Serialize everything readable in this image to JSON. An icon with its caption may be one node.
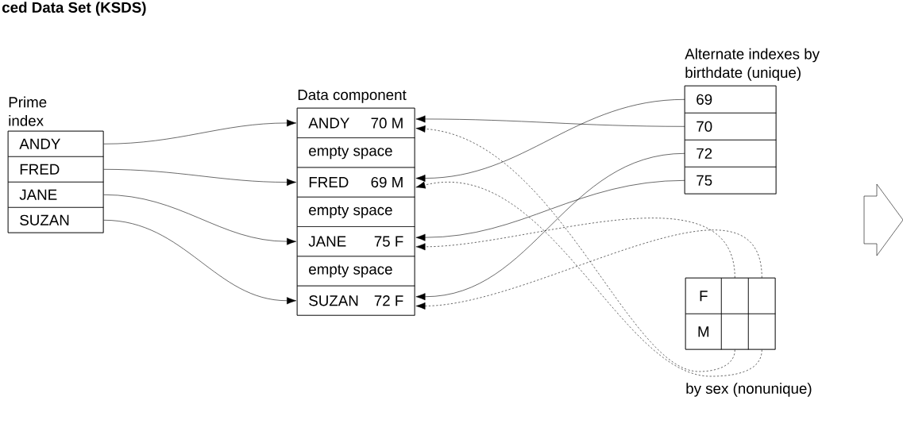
{
  "diagram": {
    "title": "ced Data Set (KSDS)",
    "nodes": [
      {
        "text": [
          "Prime index"
        ]
      },
      {
        "text": [
          "ANDY"
        ],
        "in": 0
      },
      {
        "text": [
          "FRED"
        ],
        "in": 0
      },
      {
        "text": [
          "JANE"
        ],
        "in": 0
      },
      {
        "text": [
          "SUZAN"
        ],
        "in": 0
      },
      {
        "text": [
          "Data component"
        ]
      },
      {
        "text": [
          "ANDY",
          "70 M"
        ],
        "in": 5
      },
      {
        "text": [
          "empty space"
        ],
        "in": 5
      },
      {
        "text": [
          "FRED",
          "69 M"
        ],
        "in": 5
      },
      {
        "text": [
          "empty space"
        ],
        "in": 5
      },
      {
        "text": [
          "JANE",
          "75 F"
        ],
        "in": 5
      },
      {
        "text": [
          "empty space"
        ],
        "in": 5
      },
      {
        "text": [
          "SUZAN",
          "72 F"
        ],
        "in": 5
      },
      {
        "text": [
          "Alternate indexes by birthdate (unique)"
        ]
      },
      {
        "text": [
          "69"
        ],
        "in": 13
      },
      {
        "text": [
          "70"
        ],
        "in": 13
      },
      {
        "text": [
          "72"
        ],
        "in": 13
      },
      {
        "text": [
          "75"
        ],
        "in": 13
      },
      {
        "text": [
          "by sex (nonunique)"
        ]
      },
      {
        "text": [
          "F"
        ],
        "in": 18
      },
      {
        "text": [],
        "shape": "box",
        "in": 18
      },
      {
        "text": [],
        "shape": "box",
        "in": 18
      },
      {
        "text": [
          "M"
        ],
        "in": 18
      },
      {
        "text": [],
        "shape": "box",
        "in": 18
      },
      {
        "text": [],
        "shape": "box",
        "in": 18
      }
    ],
    "edges": [
      {
        "from": 1,
        "to": 6,
        "arrow": "to"
      },
      {
        "from": 2,
        "to": 8,
        "arrow": "to"
      },
      {
        "from": 3,
        "to": 10,
        "arrow": "to"
      },
      {
        "from": 4,
        "to": 12,
        "arrow": "to"
      },
      {
        "from": 14,
        "to": 8,
        "arrow": "to"
      },
      {
        "from": 15,
        "to": 6,
        "arrow": "to"
      },
      {
        "from": 16,
        "to": 12,
        "arrow": "to"
      },
      {
        "from": 17,
        "to": 10,
        "arrow": "to"
      },
      {
        "from": 20,
        "to": 10,
        "arrow": "to",
        "style": "dashed"
      },
      {
        "from": 21,
        "to": 12,
        "arrow": "to",
        "style": "dashed"
      },
      {
        "from": 23,
        "to": 6,
        "arrow": "to",
        "style": "dashed"
      },
      {
        "from": 24,
        "to": 8,
        "arrow": "to",
        "style": "dashed"
      }
    ]
  }
}
